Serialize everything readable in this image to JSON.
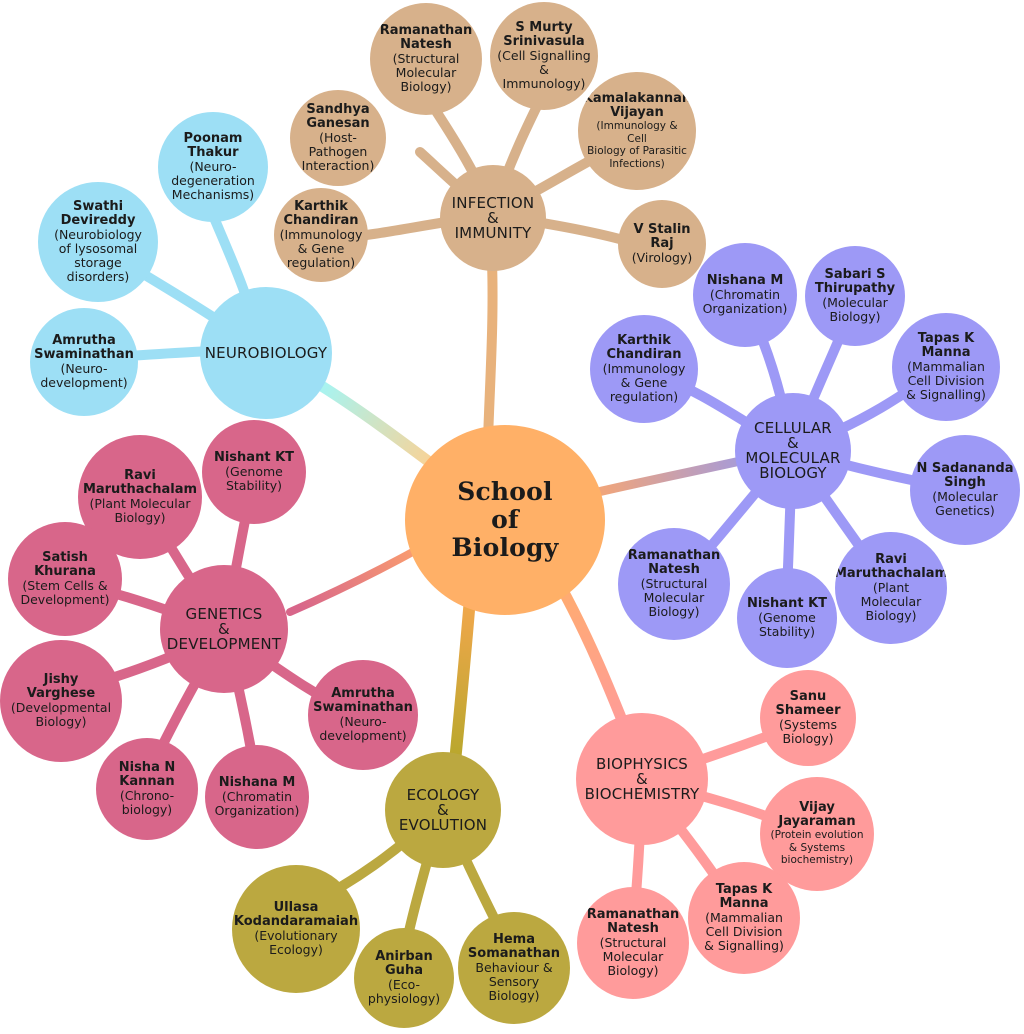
{
  "colors": {
    "center": "#ffb067",
    "infection": "#d7b18b",
    "neuro": "#9ddff5",
    "cellular": "#9d99f6",
    "genetics": "#d8668a",
    "ecology": "#bba840",
    "biophysics": "#ff9b9b",
    "edge_neuro": "#bff0ec",
    "edge_cellular": "#c39cc4",
    "edge_genetics": "#ea8e73",
    "edge_ecology": "#d6a23a",
    "edge_biophysics": "#ffa386",
    "edge_infection": "#e8b27c"
  },
  "center": {
    "title": "School\nof\nBiology"
  },
  "hubs": {
    "infection": "INFECTION\n&\nIMMUNITY",
    "neuro": "NEUROBIOLOGY",
    "cellular": "CELLULAR\n&\nMOLECULAR\nBIOLOGY",
    "genetics": "GENETICS\n&\nDEVELOPMENT",
    "ecology": "ECOLOGY\n&\nEVOLUTION",
    "biophysics": "BIOPHYSICS\n&\nBIOCHEMISTRY"
  },
  "leaves": {
    "inf_karthik": {
      "name": "Karthik\nChandiran",
      "area": "(Immunology\n& Gene\nregulation)"
    },
    "inf_sandhya": {
      "name": "Sandhya\nGanesan",
      "area": "(Host-\nPathogen\nInteraction)"
    },
    "inf_ramanathan": {
      "name": "Ramanathan\nNatesh",
      "area": "(Structural\nMolecular\nBiology)"
    },
    "inf_murty": {
      "name": "S Murty\nSrinivasula",
      "area": "(Cell Signalling\n&\nImmunology)"
    },
    "inf_kamal": {
      "name": "Kamalakannan\nVijayan",
      "area": "(Immunology &\nCell\nBiology of Parasitic\nInfections)"
    },
    "inf_stalin": {
      "name": "V Stalin\nRaj",
      "area": "(Virology)"
    },
    "neu_poonam": {
      "name": "Poonam\nThakur",
      "area": "(Neuro-\ndegeneration\nMechanisms)"
    },
    "neu_swathi": {
      "name": "Swathi\nDevireddy",
      "area": "(Neurobiology\nof lysosomal\nstorage\ndisorders)"
    },
    "neu_amrutha": {
      "name": "Amrutha\nSwaminathan",
      "area": "(Neuro-\ndevelopment)"
    },
    "cel_nishana": {
      "name": "Nishana M",
      "area": "(Chromatin\nOrganization)"
    },
    "cel_sabari": {
      "name": "Sabari S\nThirupathy",
      "area": "(Molecular\nBiology)"
    },
    "cel_karthik": {
      "name": "Karthik\nChandiran",
      "area": "(Immunology\n& Gene\nregulation)"
    },
    "cel_tapas": {
      "name": "Tapas K\nManna",
      "area": "(Mammalian\nCell Division\n& Signalling)"
    },
    "cel_sadananda": {
      "name": "N Sadananda\nSingh",
      "area": "(Molecular\nGenetics)"
    },
    "cel_ravi": {
      "name": "Ravi\nMaruthachalam",
      "area": "(Plant Molecular\nBiology)"
    },
    "cel_nishant": {
      "name": "Nishant KT",
      "area": "(Genome\nStability)"
    },
    "cel_ramanathan": {
      "name": "Ramanathan\nNatesh",
      "area": "(Structural\nMolecular\nBiology)"
    },
    "gen_ravi": {
      "name": "Ravi\nMaruthachalam",
      "area": "(Plant Molecular\nBiology)"
    },
    "gen_nishant": {
      "name": "Nishant KT",
      "area": "(Genome\nStability)"
    },
    "gen_satish": {
      "name": "Satish\nKhurana",
      "area": "(Stem Cells &\nDevelopment)"
    },
    "gen_jishy": {
      "name": "Jishy\nVarghese",
      "area": "(Developmental\nBiology)"
    },
    "gen_amrutha": {
      "name": "Amrutha\nSwaminathan",
      "area": "(Neuro-\ndevelopment)"
    },
    "gen_nisha": {
      "name": "Nisha N\nKannan",
      "area": "(Chrono-\nbiology)"
    },
    "gen_nishana": {
      "name": "Nishana M",
      "area": "(Chromatin\nOrganization)"
    },
    "eco_ullasa": {
      "name": "Ullasa\nKodandaramaiah",
      "area": "(Evolutionary\nEcology)"
    },
    "eco_anirban": {
      "name": "Anirban\nGuha",
      "area": "(Eco-\nphysiology)"
    },
    "eco_hema": {
      "name": "Hema\nSomanathan",
      "area": "Behaviour &\nSensory\nBiology)"
    },
    "bio_sanu": {
      "name": "Sanu\nShameer",
      "area": "(Systems\nBiology)"
    },
    "bio_vijay": {
      "name": "Vijay\nJayaraman",
      "area": "(Protein evolution\n& Systems\nbiochemistry)"
    },
    "bio_tapas": {
      "name": "Tapas K\nManna",
      "area": "(Mammalian\nCell Division\n& Signalling)"
    },
    "bio_ramanathan": {
      "name": "Ramanathan\nNatesh",
      "area": "(Structural\nMolecular\nBiology)"
    }
  }
}
